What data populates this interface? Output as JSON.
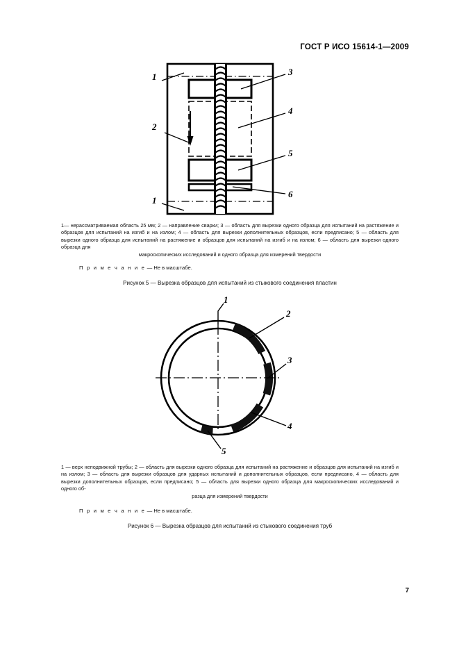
{
  "document": {
    "standard_header": "ГОСТ Р ИСО 15614-1—2009",
    "page_number": "7"
  },
  "figure5": {
    "title": "Рисунок 5 — Вырезка образцов для испытаний из стыкового соединения пластин",
    "note_label": "П р и м е ч а н и е",
    "note_text": " — Не в масштабе.",
    "legend": "1— нерассматриваемая область 25 мм; 2 — направление сварки; 3 — область для вырезки одного образца для испытаний на растяжение и образцов для испытаний на изгиб и на излом; 4 — область для вырезки дополнительных образцов, если предписано; 5 — область для вырезки одного образца для испытаний на растяжение и образцов для испытаний на изгиб и на излом; 6 — область для вырезки одного образца для",
    "legend_last_line": "макроскопических исследований и одного образца для измерений твердости",
    "callouts": [
      {
        "id": "1",
        "label": "1",
        "meaning": "нерассматриваемая область 25 мм"
      },
      {
        "id": "2",
        "label": "2",
        "meaning": "направление сварки"
      },
      {
        "id": "3",
        "label": "3",
        "meaning": "область для вырезки одного образца для испытаний на растяжение"
      },
      {
        "id": "4",
        "label": "4",
        "meaning": "область для вырезки дополнительных образцов"
      },
      {
        "id": "5",
        "label": "5",
        "meaning": "область для вырезки одного образца для испытаний на растяжение"
      },
      {
        "id": "6",
        "label": "6",
        "meaning": "область для макроскопических исследований и измерений твердости"
      },
      {
        "id": "1b",
        "label": "1",
        "meaning": "нерассматриваемая область 25 мм"
      }
    ]
  },
  "figure6": {
    "title": "Рисунок 6 — Вырезка образцов для испытаний из стыкового соединения труб",
    "note_label": "П р и м е ч а н и е",
    "note_text": " — Не в масштабе.",
    "legend": "1 — верх неподвижной трубы; 2 — область для вырезки одного образца для испытаний на растяжение и образцов для испытаний на изгиб и на излом; 3 — область для вырезки образцов для ударных испытаний и дополнительных образцов, если предписано, 4 — область для вырезки дополнительных образцов, если предписано; 5 — область для вырезки одного образца для макроскопических исследований и одного об-",
    "legend_last_line": "разца для измерений твердости",
    "callouts": [
      {
        "id": "1",
        "label": "1",
        "meaning": "верх неподвижной трубы"
      },
      {
        "id": "2",
        "label": "2",
        "meaning": "область для вырезки одного образца для испытаний на растяжение"
      },
      {
        "id": "3",
        "label": "3",
        "meaning": "область для вырезки образцов для ударных испытаний"
      },
      {
        "id": "4",
        "label": "4",
        "meaning": "область для вырезки дополнительных образцов"
      },
      {
        "id": "5",
        "label": "5",
        "meaning": "область для макроскопических исследований и измерений твердости"
      }
    ]
  },
  "colors": {
    "ink": "#000000",
    "paper": "#ffffff",
    "segment_fill": "#111111"
  }
}
